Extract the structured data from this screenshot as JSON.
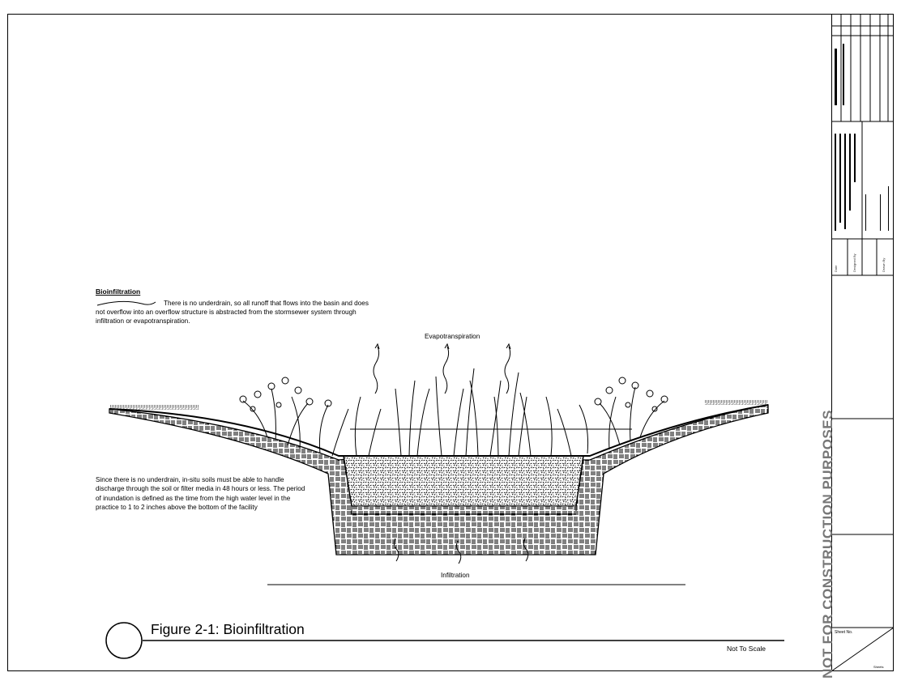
{
  "figure": {
    "title": "Figure 2-1: Bioinfiltration",
    "scale_note": "Not To Scale"
  },
  "diagram": {
    "heading": "Bioinfiltration",
    "intro": "There is no underdrain, so all runoff that flows into the basin and does not overflow into an overflow structure is abstracted from the stormsewer system through infiltration or evapotranspiration.",
    "note": "Since there is no underdrain, in-situ soils must be able to handle discharge through the soil or filter media in 48 hours or less. The period of inundation is defined as the time from the high water level in the practice to 1 to 2 inches above the bottom of the facility",
    "evapotranspiration_label": "Evapotranspiration",
    "infiltration_label": "Infiltration"
  },
  "title_block": {
    "stamp": "NOT FOR CONSTRUCTION PURPOSES",
    "sheet_label": "Sheet No.",
    "sheets_label": "Sheets",
    "date_label": "Date",
    "designed_by_label": "Designed By",
    "drawn_by_label": "Drawn By"
  }
}
